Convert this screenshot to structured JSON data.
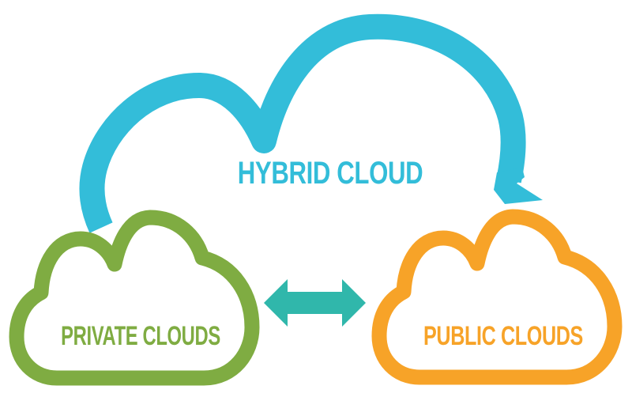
{
  "clouds": {
    "hybrid": {
      "label": "HYBRID CLOUD",
      "color": "#33BDD9"
    },
    "private": {
      "label": "PRIVATE CLOUDS",
      "color": "#7FAC42"
    },
    "public": {
      "label": "PUBLIC CLOUDS",
      "color": "#F7A328"
    }
  },
  "arrow": {
    "icon": "double-headed-arrow",
    "color": "#30B7AB"
  },
  "background_color": "#FFFFFF"
}
